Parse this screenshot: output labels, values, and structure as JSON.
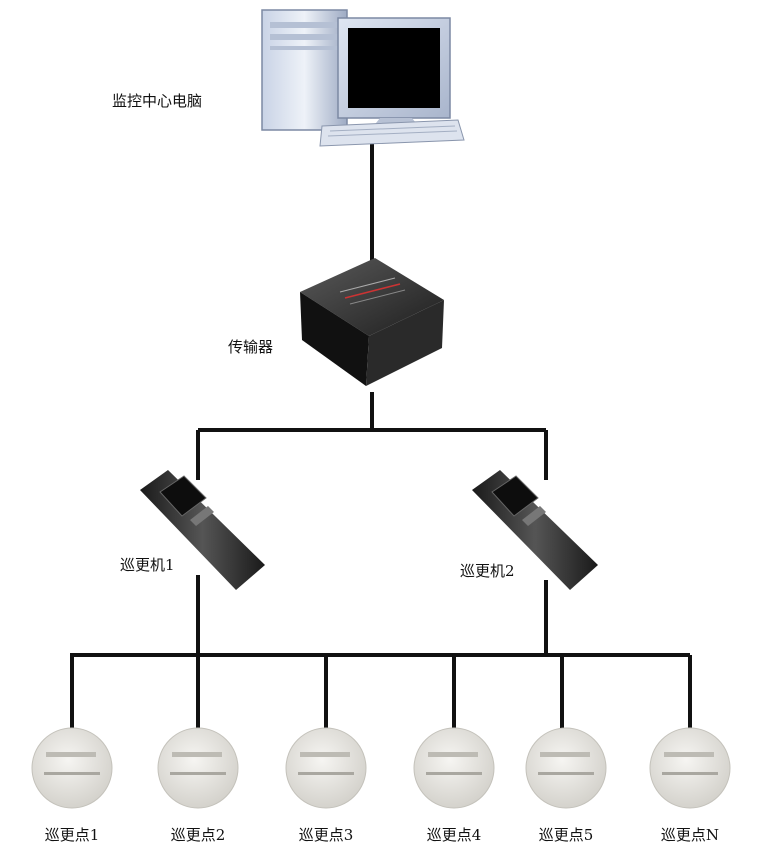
{
  "computer": {
    "label": "监控中心电脑",
    "icon": "computer-icon"
  },
  "transmitter": {
    "label": "传输器",
    "icon": "transmitter-icon"
  },
  "patrol_devices": [
    {
      "label": "巡更机1",
      "icon": "patrol-device-icon"
    },
    {
      "label": "巡更机2",
      "icon": "patrol-device-icon"
    }
  ],
  "checkpoints": [
    {
      "label": "巡更点1"
    },
    {
      "label": "巡更点2"
    },
    {
      "label": "巡更点3"
    },
    {
      "label": "巡更点4"
    },
    {
      "label": "巡更点5"
    },
    {
      "label": "巡更点N"
    }
  ],
  "colors": {
    "line": "#111111",
    "device_body": "#2b2b2b",
    "checkpoint_disc": "#e6e4df"
  }
}
